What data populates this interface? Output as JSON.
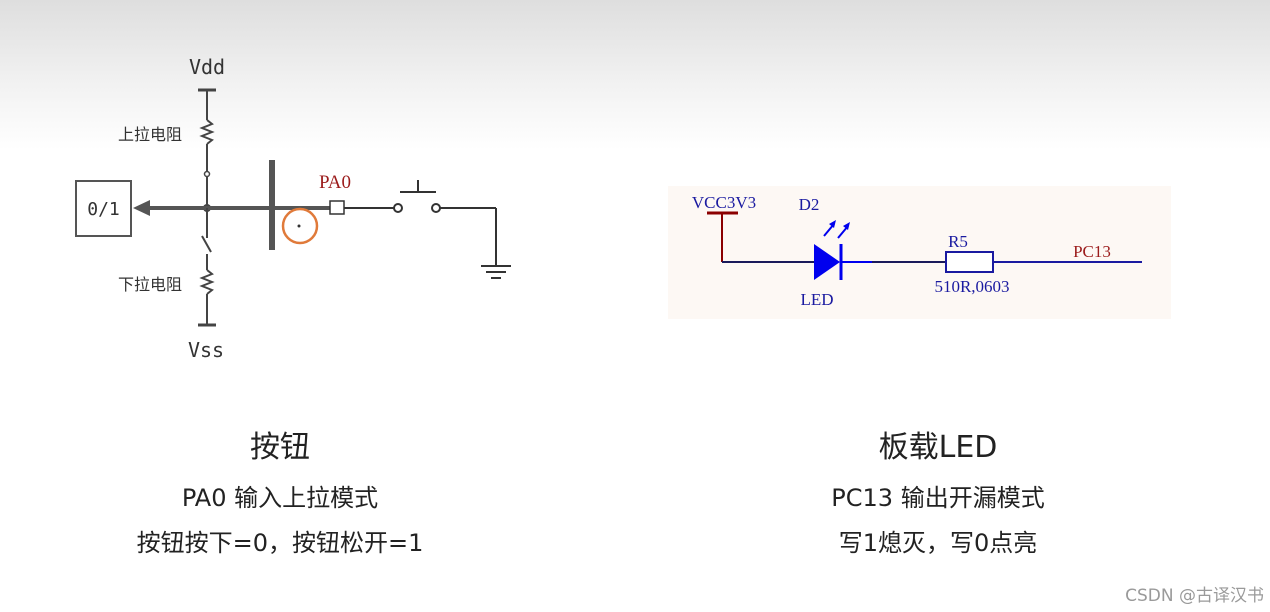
{
  "left_circuit": {
    "vdd_label": "Vdd",
    "vss_label": "Vss",
    "pullup_label": "上拉电阻",
    "pulldown_label": "下拉电阻",
    "io_box_label": "0/1",
    "pin_label": "PA0"
  },
  "right_circuit": {
    "supply_label": "VCC3V3",
    "diode_ref": "D2",
    "diode_type": "LED",
    "resistor_ref": "R5",
    "resistor_value": "510R,0603",
    "net_label": "PC13",
    "colors": {
      "wire": "#1a1aa0",
      "supply": "#8b0000",
      "led": "#0000ee",
      "background": "#fdf8f4"
    }
  },
  "captions": {
    "left": {
      "title": "按钮",
      "line1": "PA0 输入上拉模式",
      "line2": "按钮按下=0，按钮松开=1"
    },
    "right": {
      "title": "板载LED",
      "line1": "PC13 输出开漏模式",
      "line2": "写1熄灭，写0点亮"
    }
  },
  "watermark": "CSDN @古译汉书"
}
